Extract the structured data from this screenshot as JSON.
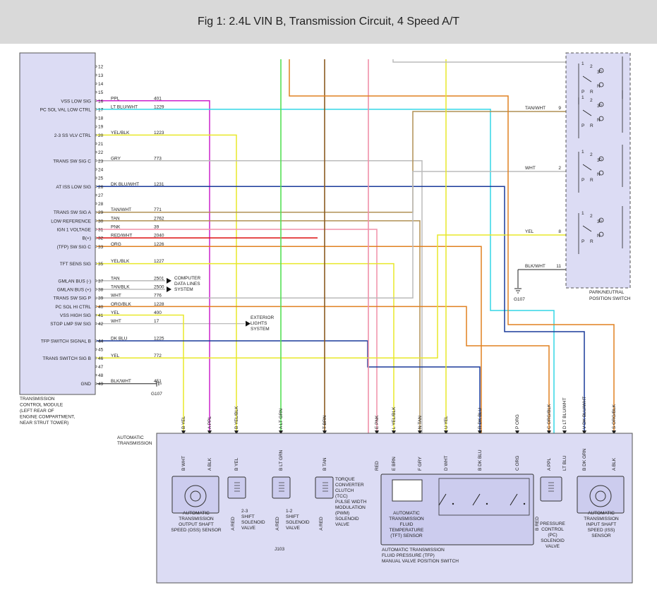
{
  "title": "Fig 1: 2.4L VIN B, Transmission Circuit, 4 Speed A/T",
  "colors": {
    "ppl": "#cc22cc",
    "ltblu": "#33d6e6",
    "yel": "#e8e82a",
    "gry": "#bbbbbb",
    "dkblu": "#1a3a9a",
    "tan": "#b09055",
    "pnk": "#f090a8",
    "red": "#dd1111",
    "org": "#e08020",
    "brn": "#8a5a20",
    "ltgrn": "#55e055",
    "panel": "#dcdcf4",
    "blk": "#222222"
  },
  "tcm": {
    "label_lines": [
      "TRANSMISSION",
      "CONTROL MODULE",
      "(LEFT REAR OF",
      "ENGINE COMPARTMENT,",
      "NEAR STRUT TOWER)"
    ],
    "idle_pins": [
      "12",
      "13",
      "14",
      "15",
      "18",
      "19",
      "21",
      "22",
      "24",
      "25",
      "27",
      "28",
      "44",
      "45",
      "47",
      "48"
    ],
    "pins": [
      {
        "pin": "16",
        "name": "VSS LOW SIG",
        "color": "PPL",
        "circuit": "401"
      },
      {
        "pin": "17",
        "name": "PC SOL VAL LOW CTRL",
        "color": "LT BLU/WHT",
        "circuit": "1229"
      },
      {
        "pin": "20",
        "name": "2-3 SS VLV CTRL",
        "color": "YEL/BLK",
        "circuit": "1223"
      },
      {
        "pin": "23",
        "name": "TRANS SW SIG C",
        "color": "GRY",
        "circuit": "773"
      },
      {
        "pin": "26",
        "name": "AT ISS LOW SIG",
        "color": "DK BLU/WHT",
        "circuit": "1231"
      },
      {
        "pin": "29",
        "name": "TRANS SW SIG A",
        "color": "TAN/WHT",
        "circuit": "771"
      },
      {
        "pin": "30",
        "name": "LOW REFERENCE",
        "color": "TAN",
        "circuit": "2762"
      },
      {
        "pin": "31",
        "name": "IGN 1 VOLTAGE",
        "color": "PNK",
        "circuit": "39"
      },
      {
        "pin": "32",
        "name": "B(+)",
        "color": "RED/WHT",
        "circuit": "2040"
      },
      {
        "pin": "33",
        "name": "(TFP) SW SIG C",
        "color": "ORG",
        "circuit": "1226"
      },
      {
        "pin": "35",
        "name": "TFT SENS SIG",
        "color": "YEL/BLK",
        "circuit": "1227"
      },
      {
        "pin": "37",
        "name": "GMLAN BUS (-)",
        "color": "TAN",
        "circuit": "2501"
      },
      {
        "pin": "38",
        "name": "GMLAN BUS (+)",
        "color": "TAN/BLK",
        "circuit": "2500"
      },
      {
        "pin": "39",
        "name": "TRANS SW SIG P",
        "color": "WHT",
        "circuit": "776"
      },
      {
        "pin": "40",
        "name": "PC SOL HI CTRL",
        "color": "ORG/BLK",
        "circuit": "1228"
      },
      {
        "pin": "41",
        "name": "VSS HIGH SIG",
        "color": "YEL",
        "circuit": "400"
      },
      {
        "pin": "42",
        "name": "STOP LMP SW SIG",
        "color": "WHT",
        "circuit": "17"
      },
      {
        "pin": "44",
        "name": "TFP SWITCH SIGNAL B",
        "color": "DK BLU",
        "circuit": "1225"
      },
      {
        "pin": "46",
        "name": "TRANS SWITCH SIG B",
        "color": "YEL",
        "circuit": "772"
      },
      {
        "pin": "49",
        "name": "GND",
        "color": "BLK/WHT",
        "circuit": "451"
      }
    ]
  },
  "computer_data": [
    "COMPUTER",
    "DATA LINES",
    "SYSTEM"
  ],
  "exterior_lights": [
    "EXTERIOR",
    "LIGHTS",
    "SYSTEM"
  ],
  "ground_tcm": "G107",
  "ground_pnp": "G107",
  "pnp_switch": {
    "label_lines": [
      "PARK/NEUTRAL",
      "POSITION SWITCH"
    ],
    "wires": [
      {
        "pin": "9",
        "color": "TAN/WHT"
      },
      {
        "pin": "2",
        "color": "WHT"
      },
      {
        "pin": "8",
        "color": "YEL"
      },
      {
        "pin": "11",
        "color": "BLK/WHT"
      }
    ],
    "contact_labels": [
      "P",
      "R",
      "N",
      "1",
      "2",
      "3",
      "D"
    ]
  },
  "auto_trans": {
    "label_lines": [
      "AUTOMATIC",
      "TRANSMISSION"
    ],
    "connector": [
      {
        "pin": "B",
        "color": "YEL"
      },
      {
        "pin": "A",
        "color": "PPL"
      },
      {
        "pin": "B",
        "color": "YEL/BLK"
      },
      {
        "pin": "A",
        "color": "LT GRN"
      },
      {
        "pin": "T",
        "color": "BRN"
      },
      {
        "pin": "E",
        "color": "PNK"
      },
      {
        "pin": "L",
        "color": "YEL/BLK"
      },
      {
        "pin": "N",
        "color": "TAN"
      },
      {
        "pin": "U",
        "color": "YEL"
      },
      {
        "pin": "R",
        "color": "DK BLU"
      },
      {
        "pin": "P",
        "color": "ORG"
      },
      {
        "pin": "C",
        "color": "ORG/BLK"
      },
      {
        "pin": "D",
        "color": "LT BLU/WHT"
      },
      {
        "pin": "V",
        "color": "DK BLU/WHT"
      },
      {
        "pin": "S",
        "color": "ORG/BLK"
      }
    ],
    "inner_wires": [
      {
        "pin": "B",
        "color": "WHT"
      },
      {
        "pin": "A",
        "color": "BLK"
      },
      {
        "pin": "B",
        "color": "YEL"
      },
      {
        "pin": "B",
        "color": "LT GRN"
      },
      {
        "pin": "B",
        "color": "TAN"
      },
      {
        "pin": "",
        "color": "RED"
      },
      {
        "pin": "E",
        "color": "BRN"
      },
      {
        "pin": "F",
        "color": "GRY"
      },
      {
        "pin": "D",
        "color": "WHT"
      },
      {
        "pin": "B",
        "color": "DK BLU"
      },
      {
        "pin": "C",
        "color": "ORG"
      },
      {
        "pin": "A",
        "color": "PPL"
      },
      {
        "pin": "",
        "color": "LT BLU"
      },
      {
        "pin": "B",
        "color": "DK GRN"
      },
      {
        "pin": "A",
        "color": "BLK"
      }
    ],
    "red_pins": [
      {
        "pin": "A",
        "color": "RED"
      },
      {
        "pin": "A",
        "color": "RED"
      },
      {
        "pin": "A",
        "color": "RED"
      },
      {
        "pin": "B",
        "color": "RED"
      }
    ],
    "splice": "J103",
    "components": [
      {
        "id": "oss",
        "lines": [
          "AUTOMATIC",
          "TRANSMISSION",
          "OUTPUT SHAFT",
          "SPEED (OSS) SENSOR"
        ]
      },
      {
        "id": "ss23",
        "lines": [
          "2-3",
          "SHIFT",
          "SOLENOID",
          "VALVE"
        ]
      },
      {
        "id": "ss12",
        "lines": [
          "1-2",
          "SHIFT",
          "SOLENOID",
          "VALVE"
        ]
      },
      {
        "id": "tcc",
        "lines": [
          "TORQUE",
          "CONVERTER",
          "CLUTCH",
          "(TCC)",
          "PULSE WIDTH",
          "MODULATION",
          "(PWM)",
          "SOLENOID",
          "VALVE"
        ]
      },
      {
        "id": "tft",
        "lines": [
          "AUTOMATIC",
          "TRANSMISSION",
          "FLUID",
          "TEMPERATURE",
          "(TFT) SENSOR"
        ]
      },
      {
        "id": "tfp",
        "lines": [
          "AUTOMATIC TRANSMISSION",
          "FLUID PRESSURE (TFP)",
          "MANUAL VALVE POSITION SWITCH"
        ]
      },
      {
        "id": "pc",
        "lines": [
          "PRESSURE",
          "CONTROL",
          "(PC)",
          "SOLENOID",
          "VALVE"
        ]
      },
      {
        "id": "iss",
        "lines": [
          "AUTOMATIC",
          "TRANSMISSION",
          "INPUT SHAFT",
          "SPEED (ISS)",
          "SENSOR"
        ]
      }
    ]
  }
}
